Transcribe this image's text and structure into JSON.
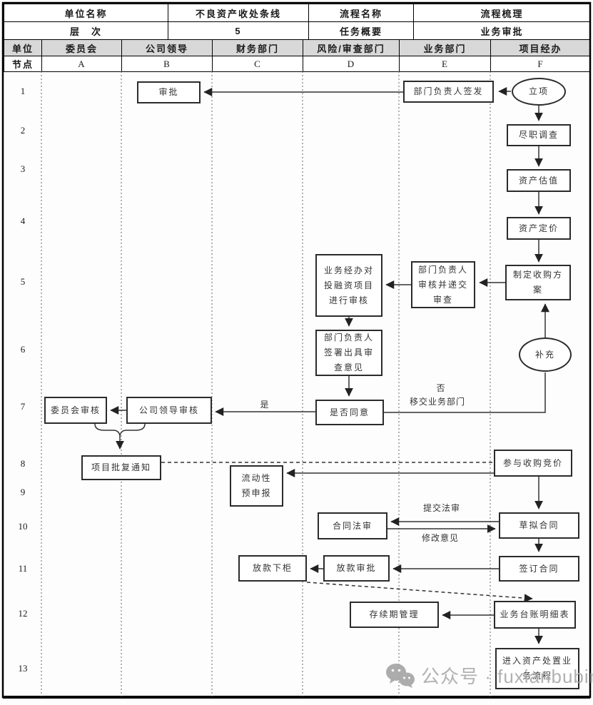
{
  "header": {
    "row1": {
      "c1": "单位名称",
      "c2": "不良资产收处条线",
      "c3": "流程名称",
      "c4": "流程梳理"
    },
    "row2": {
      "c1": "层　次",
      "c2": "5",
      "c3": "任务概要",
      "c4": "业务审批"
    }
  },
  "lanes": {
    "unit_label": "单位",
    "node_label": "节点",
    "columns": [
      {
        "name": "委员会",
        "code": "A"
      },
      {
        "name": "公司领导",
        "code": "B"
      },
      {
        "name": "财务部门",
        "code": "C"
      },
      {
        "name": "风险/审查部门",
        "code": "D"
      },
      {
        "name": "业务部门",
        "code": "E"
      },
      {
        "name": "项目经办",
        "code": "F"
      }
    ]
  },
  "row_numbers": [
    "1",
    "2",
    "3",
    "4",
    "5",
    "6",
    "7",
    "8",
    "9",
    "10",
    "11",
    "12",
    "13"
  ],
  "nodes": {
    "approve": {
      "label": "审批"
    },
    "sign_issue": {
      "label": "部门负责人签发"
    },
    "start": {
      "label": "立项"
    },
    "due_diligence": {
      "label": "尽职调查"
    },
    "valuation": {
      "label": "资产估值"
    },
    "pricing": {
      "label": "资产定价"
    },
    "plan": {
      "label": "制定收购方案"
    },
    "review_submit": {
      "label": "部门负责人审核并递交审查"
    },
    "biz_review": {
      "label": "业务经办对投融资项目进行审核"
    },
    "sign_opinion": {
      "label": "部门负责人签署出具审查意见"
    },
    "supplement": {
      "label": "补充"
    },
    "committee": {
      "label": "委员会审核"
    },
    "leader": {
      "label": "公司领导审核"
    },
    "agree": {
      "label": "是否同意"
    },
    "notice": {
      "label": "项目批复通知"
    },
    "bid": {
      "label": "参与收购竞价"
    },
    "liquidity": {
      "label": "流动性预申报"
    },
    "legal": {
      "label": "合同法审"
    },
    "draft": {
      "label": "草拟合同"
    },
    "disburse": {
      "label": "放款下柜"
    },
    "loan_approve": {
      "label": "放款审批"
    },
    "sign_contract": {
      "label": "签订合同"
    },
    "duration": {
      "label": "存续期管理"
    },
    "ledger": {
      "label": "业务台账明细表"
    },
    "disposal": {
      "label": "进入资产处置业务流程"
    }
  },
  "edge_labels": {
    "yes": "是",
    "no": "否",
    "transfer": "移交业务部门",
    "submit_legal": "提交法审",
    "revise": "修改意见"
  },
  "watermark": {
    "text": "公众号 · fuxianbubin"
  },
  "colors": {
    "line": "#333333",
    "header_bg": "#d8d8d8",
    "watermark": "#ababab"
  }
}
